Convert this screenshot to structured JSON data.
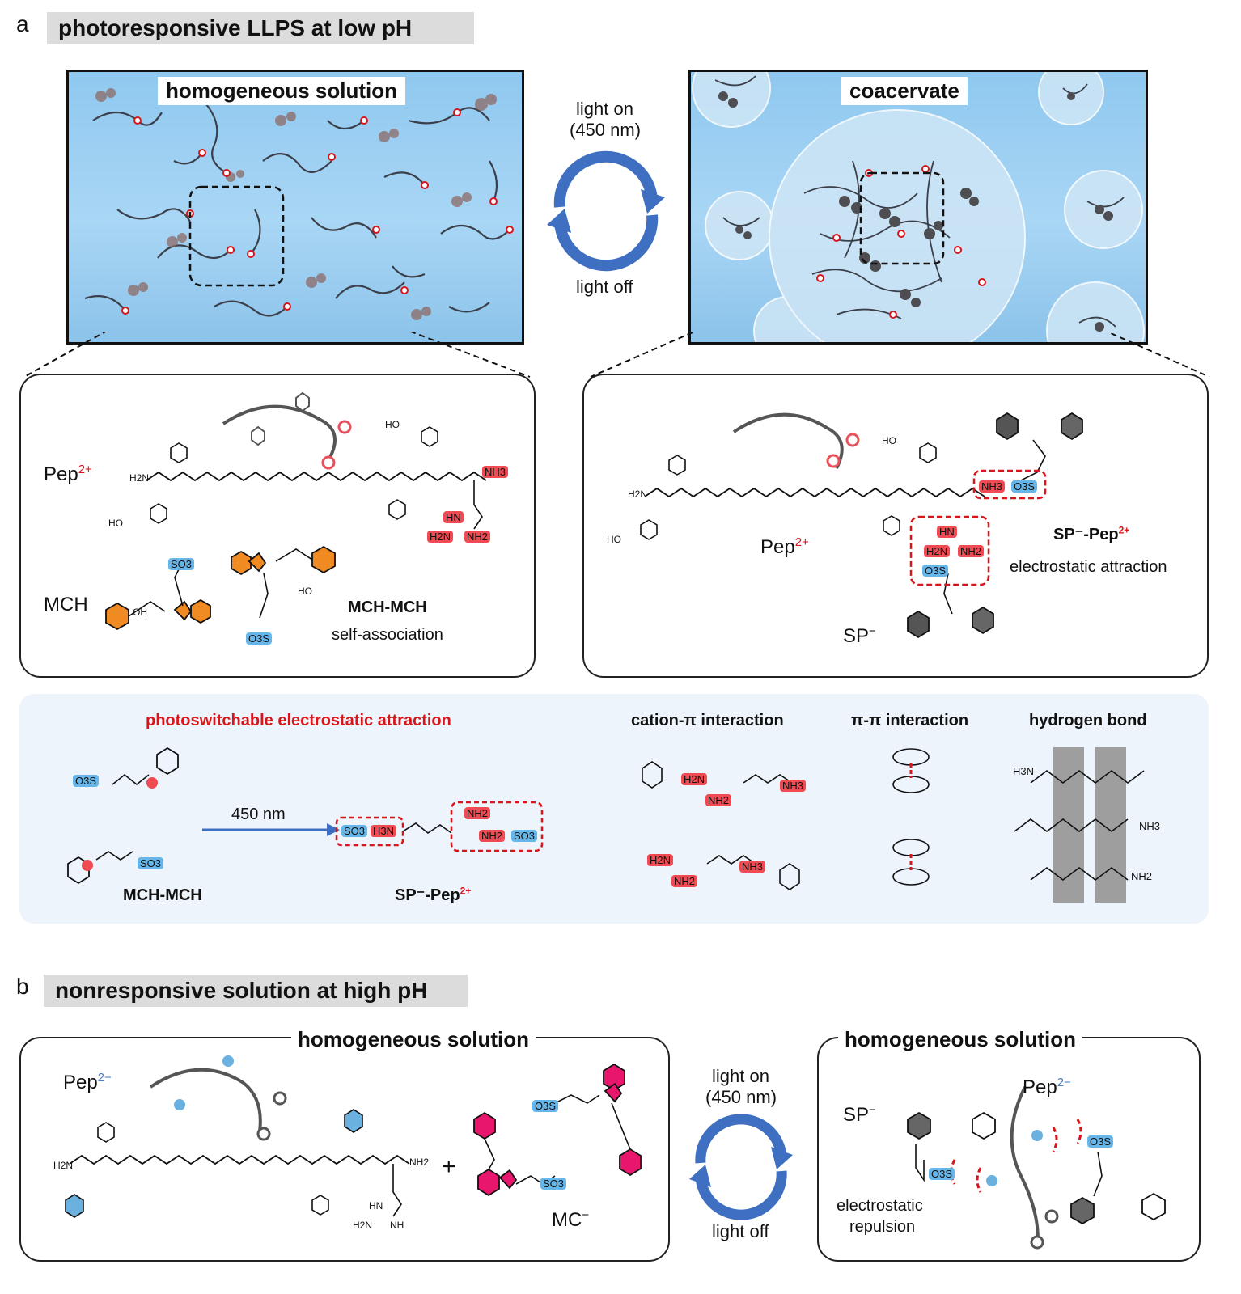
{
  "panel_a": {
    "letter": "a",
    "title": "photoresponsive LLPS at low pH",
    "left_scene_label": "homogeneous solution",
    "right_scene_label": "coacervate",
    "switch": {
      "on": "light on",
      "wavelength": "(450 nm)",
      "off": "light off"
    },
    "left_box": {
      "pep_label": "Pep",
      "pep_charge": "2+",
      "mch_label": "MCH",
      "mch_mch": "MCH-MCH",
      "self_assoc": "self-association",
      "so3": "SO3",
      "o3s": "O3S",
      "nh3": "NH3",
      "h2n": "H2N",
      "nh2": "NH2",
      "hn": "HN",
      "oh": "OH",
      "ho": "HO"
    },
    "right_box": {
      "pep_label": "Pep",
      "pep_charge": "2+",
      "sp_label": "SP",
      "sp_charge": "−",
      "complex_label": "SP⁻-Pep",
      "complex_charge": "2+",
      "attraction": "electrostatic attraction",
      "o3s": "O3S",
      "nh3": "NH3",
      "h2n": "H2N",
      "nh2": "NH2",
      "hn": "HN",
      "ho": "HO"
    },
    "interactions": {
      "photoswitch_title": "photoswitchable electrostatic attraction",
      "cation_pi": "cation-π interaction",
      "pi_pi": "π-π interaction",
      "hbond": "hydrogen bond",
      "arrow_label": "450 nm",
      "left_label": "MCH-MCH",
      "right_label": "SP⁻-Pep",
      "right_charge": "2+",
      "o3s": "O3S",
      "so3": "SO3",
      "h3n": "H3N",
      "nh2": "NH2",
      "nh3": "NH3",
      "h2n": "H2N",
      "hb_h3n": "H3N",
      "hb_nh3": "NH3",
      "hb_nh2": "NH2"
    }
  },
  "panel_b": {
    "letter": "b",
    "title": "nonresponsive solution at high pH",
    "left_box_label": "homogeneous solution",
    "right_box_label": "homogeneous solution",
    "pep_label": "Pep",
    "pep_charge": "2−",
    "mc_label": "MC",
    "mc_charge": "−",
    "plus": "+",
    "switch": {
      "on": "light on",
      "wavelength": "(450 nm)",
      "off": "light off"
    },
    "sp_label": "SP",
    "sp_charge": "−",
    "pep2_label": "Pep",
    "pep2_charge": "2−",
    "repulsion_1": "electrostatic",
    "repulsion_2": "repulsion",
    "o3s": "O3S",
    "so3": "SO3",
    "nh2": "NH2",
    "h2n": "H2N",
    "hn": "HN",
    "nh": "NH"
  },
  "colors": {
    "red": "#d9151c",
    "blue": "#4a7cc8",
    "orange": "#f08a22",
    "magenta": "#e8176d",
    "sky": "#9fd0f2"
  }
}
